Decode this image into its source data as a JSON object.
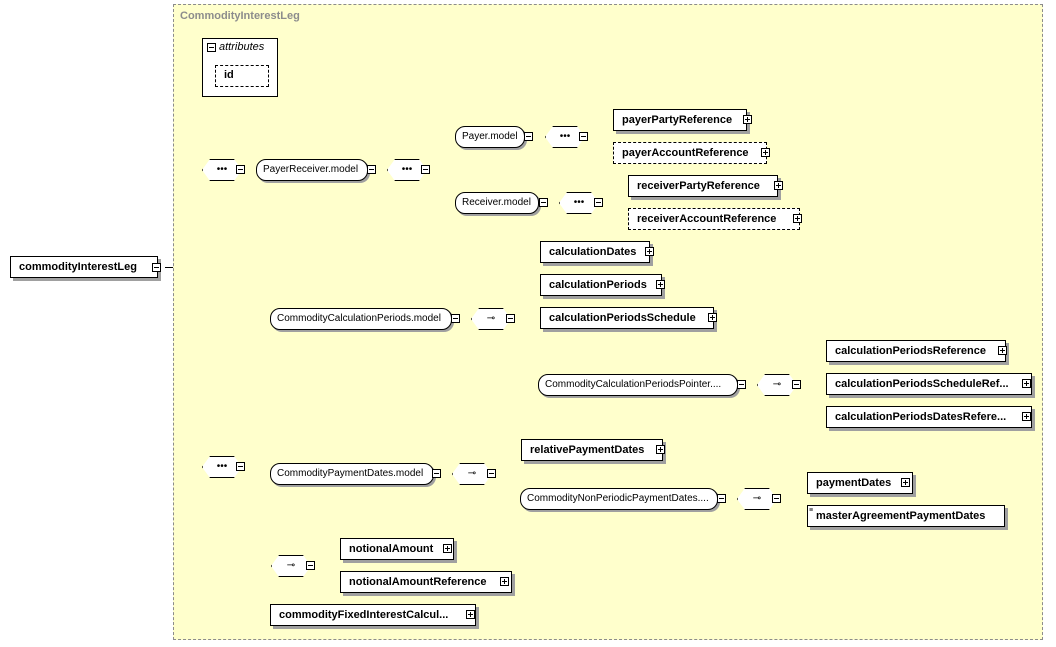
{
  "diagram": {
    "frame_title": "CommodityInterestLeg",
    "root_element": "commodityInterestLeg",
    "attributes": {
      "header": "attributes",
      "items": [
        "id"
      ]
    },
    "nodes": {
      "payer_receiver_model": "PayerReceiver.model",
      "payer_model": "Payer.model",
      "receiver_model": "Receiver.model",
      "payer_party_reference": "payerPartyReference",
      "payer_account_reference": "payerAccountReference",
      "receiver_party_reference": "receiverPartyReference",
      "receiver_account_reference": "receiverAccountReference",
      "commodity_calculation_periods_model": "CommodityCalculationPeriods.model",
      "calculation_dates": "calculationDates",
      "calculation_periods": "calculationPeriods",
      "calculation_periods_schedule": "calculationPeriodsSchedule",
      "commodity_calculation_periods_pointer": "CommodityCalculationPeriodsPointer....",
      "calculation_periods_reference": "calculationPeriodsReference",
      "calculation_periods_schedule_ref": "calculationPeriodsScheduleRef...",
      "calculation_periods_dates_refere": "calculationPeriodsDatesRefere...",
      "commodity_payment_dates_model": "CommodityPaymentDates.model",
      "relative_payment_dates": "relativePaymentDates",
      "commodity_non_periodic_payment_dates": "CommodityNonPeriodicPaymentDates....",
      "payment_dates": "paymentDates",
      "master_agreement_payment_dates": "masterAgreementPaymentDates",
      "notional_amount": "notionalAmount",
      "notional_amount_reference": "notionalAmountReference",
      "commodity_fixed_interest_calcul": "commodityFixedInterestCalcul..."
    }
  }
}
